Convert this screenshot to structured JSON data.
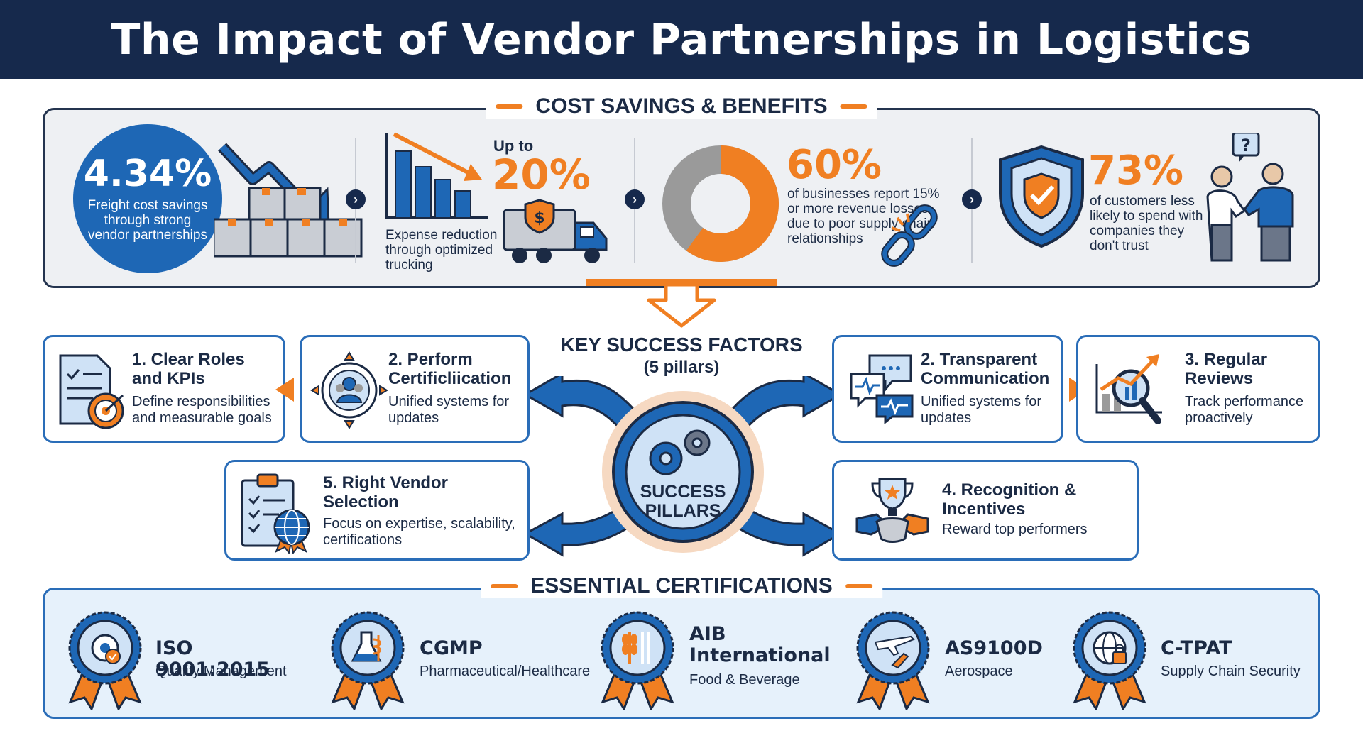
{
  "header": {
    "title": "The Impact of Vendor Partnerships in Logistics"
  },
  "cost_savings": {
    "title": "COST SAVINGS & BENEFITS",
    "stat1": {
      "value": "4.34%",
      "caption": "Freight cost savings through strong vendor partnerships"
    },
    "stat2": {
      "prefix": "Up to",
      "value": "20%",
      "caption": "Expense reduction through optimized trucking"
    },
    "stat3": {
      "value": "60%",
      "caption": "of businesses report 15% or more revenue losses due to poor supply chain relationships"
    },
    "stat4": {
      "value": "73%",
      "caption": "of customers less likely to spend with companies they don't trust"
    }
  },
  "success_factors": {
    "title": "KEY SUCCESS FACTORS",
    "subtitle": "(5 pillars)",
    "hub_line1": "SUCCESS",
    "hub_line2": "PILLARS",
    "cards": [
      {
        "title": "1. Clear Roles and KPIs",
        "desc": "Define responsibilities and measurable goals"
      },
      {
        "title": "2. Perform Certificliication",
        "desc": "Unified systems for updates"
      },
      {
        "title": "2. Transparent Communication",
        "desc": "Unified systems for updates"
      },
      {
        "title": "3. Regular Reviews",
        "desc": "Track performance proactively"
      },
      {
        "title": "5. Right Vendor Selection",
        "desc": "Focus on expertise, scalability, certifications"
      },
      {
        "title": "4. Recognition & Incentives",
        "desc": "Reward top performers"
      }
    ]
  },
  "certifications": {
    "title": "ESSENTIAL CERTIFICATIONS",
    "items": [
      {
        "name": "ISO 9001:2015",
        "sub": "Quality Management"
      },
      {
        "name": "CGMP",
        "sub": "Pharmaceutical/Healthcare"
      },
      {
        "name": "AIB International",
        "sub": "Food & Beverage"
      },
      {
        "name": "AS9100D",
        "sub": "Aerospace"
      },
      {
        "name": "C-TPAT",
        "sub": "Supply Chain Security"
      }
    ]
  },
  "colors": {
    "navy": "#16294c",
    "blue": "#1e67b5",
    "orange": "#f07f22",
    "gray": "#9a9a9a"
  }
}
